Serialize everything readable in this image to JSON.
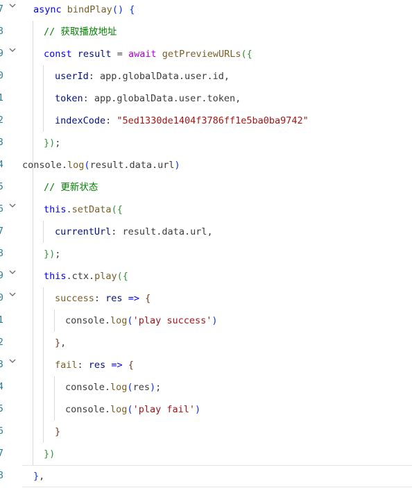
{
  "editor": {
    "line_numbers": [
      "7",
      "8",
      "9",
      "0",
      "1",
      "2",
      "3",
      "4",
      "5",
      "6",
      "7",
      "8",
      "9",
      "0",
      "1",
      "2",
      "3",
      "4",
      "5",
      "6",
      "7",
      "8"
    ],
    "lines": [
      {
        "tokens": [
          [
            "kw",
            "async "
          ],
          [
            "fn",
            "bindPlay"
          ],
          [
            "br1",
            "() {"
          ]
        ]
      },
      {
        "tokens": [
          [
            "cmt",
            "// 获取播放地址"
          ]
        ]
      },
      {
        "tokens": [
          [
            "kw",
            "const "
          ],
          [
            "var",
            "result"
          ],
          [
            "pl",
            " = "
          ],
          [
            "kw2",
            "await "
          ],
          [
            "fn",
            "getPreviewURLs"
          ],
          [
            "br2",
            "({"
          ]
        ]
      },
      {
        "tokens": [
          [
            "prop",
            "userId"
          ],
          [
            "pl",
            ": app.globalData.user.id,"
          ]
        ]
      },
      {
        "tokens": [
          [
            "prop",
            "token"
          ],
          [
            "pl",
            ": app.globalData.user.token,"
          ]
        ]
      },
      {
        "tokens": [
          [
            "prop",
            "indexCode"
          ],
          [
            "pl",
            ": "
          ],
          [
            "strd",
            "\"5ed1330de1404f3786ff1e5ba0ba9742\""
          ]
        ]
      },
      {
        "tokens": [
          [
            "br2",
            "})"
          ],
          [
            "pl",
            ";"
          ]
        ]
      },
      {
        "tokens": [
          [
            "pl",
            "console."
          ],
          [
            "fn",
            "log"
          ],
          [
            "br1",
            "("
          ],
          [
            "pl",
            "result.data.url"
          ],
          [
            "br1",
            ")"
          ]
        ]
      },
      {
        "tokens": [
          [
            "cmt",
            "// 更新状态"
          ]
        ]
      },
      {
        "tokens": [
          [
            "kw",
            "this"
          ],
          [
            "pl",
            "."
          ],
          [
            "fn",
            "setData"
          ],
          [
            "br2",
            "({"
          ]
        ]
      },
      {
        "tokens": [
          [
            "prop",
            "currentUrl"
          ],
          [
            "pl",
            ": result.data.url,"
          ]
        ]
      },
      {
        "tokens": [
          [
            "br2",
            "})"
          ],
          [
            "pl",
            ";"
          ]
        ]
      },
      {
        "tokens": [
          [
            "kw",
            "this"
          ],
          [
            "pl",
            ".ctx."
          ],
          [
            "fn",
            "play"
          ],
          [
            "br2",
            "({"
          ]
        ]
      },
      {
        "tokens": [
          [
            "fn",
            "success"
          ],
          [
            "pl",
            ": "
          ],
          [
            "param",
            "res"
          ],
          [
            "pl",
            " "
          ],
          [
            "kw",
            "=>"
          ],
          [
            "pl",
            " "
          ],
          [
            "br3",
            "{"
          ]
        ]
      },
      {
        "tokens": [
          [
            "pl",
            "console."
          ],
          [
            "fn",
            "log"
          ],
          [
            "br1",
            "("
          ],
          [
            "str",
            "'play success'"
          ],
          [
            "br1",
            ")"
          ]
        ]
      },
      {
        "tokens": [
          [
            "br3",
            "}"
          ],
          [
            "pl",
            ","
          ]
        ]
      },
      {
        "tokens": [
          [
            "fn",
            "fail"
          ],
          [
            "pl",
            ": "
          ],
          [
            "param",
            "res"
          ],
          [
            "pl",
            " "
          ],
          [
            "kw",
            "=>"
          ],
          [
            "pl",
            " "
          ],
          [
            "br3",
            "{"
          ]
        ]
      },
      {
        "tokens": [
          [
            "pl",
            "console."
          ],
          [
            "fn",
            "log"
          ],
          [
            "br1",
            "("
          ],
          [
            "pl",
            "res"
          ],
          [
            "br1",
            ")"
          ],
          [
            "pl",
            ";"
          ]
        ]
      },
      {
        "tokens": [
          [
            "pl",
            "console."
          ],
          [
            "fn",
            "log"
          ],
          [
            "br1",
            "("
          ],
          [
            "str",
            "'play fail'"
          ],
          [
            "br1",
            ")"
          ]
        ]
      },
      {
        "tokens": [
          [
            "br3",
            "}"
          ]
        ]
      },
      {
        "tokens": [
          [
            "br2",
            "})"
          ]
        ]
      },
      {
        "tokens": [
          [
            "br1",
            "}"
          ],
          [
            "pl",
            ","
          ]
        ]
      }
    ],
    "fold_icon": "chevron-down-icon"
  }
}
